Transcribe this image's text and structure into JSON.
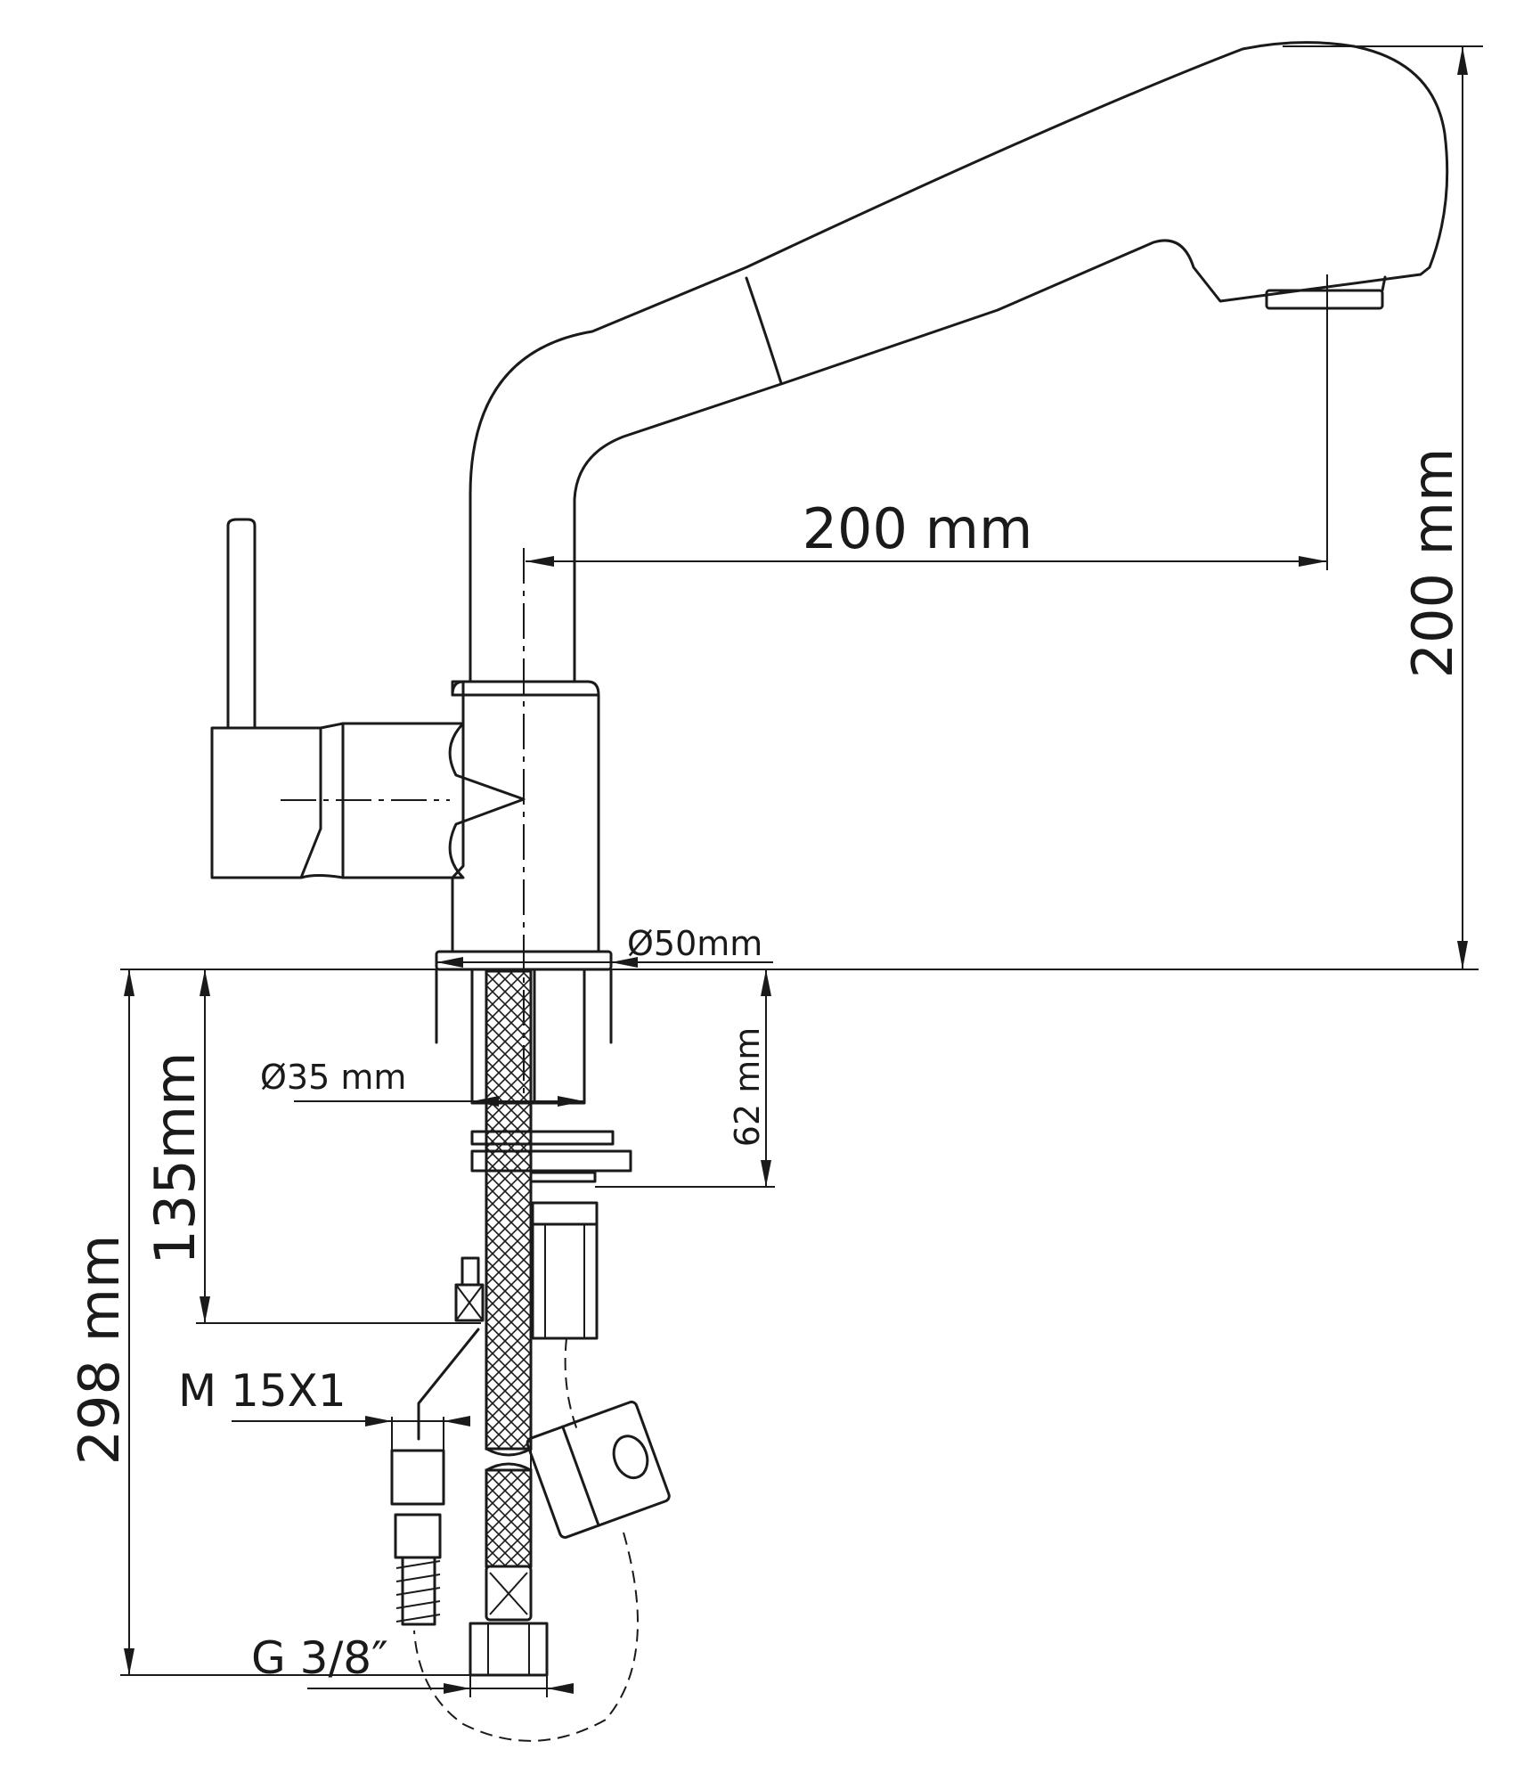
{
  "dimensions": {
    "spout_reach": "200 mm",
    "spout_height": "200 mm",
    "base_diameter": "Ø50mm",
    "shank_diameter": "Ø35 mm",
    "max_deck_thickness": "62 mm",
    "shank_length": "135mm",
    "total_below_deck": "298 mm",
    "hose_thread": "M 15X1",
    "connection_thread": "G 3/8″"
  }
}
